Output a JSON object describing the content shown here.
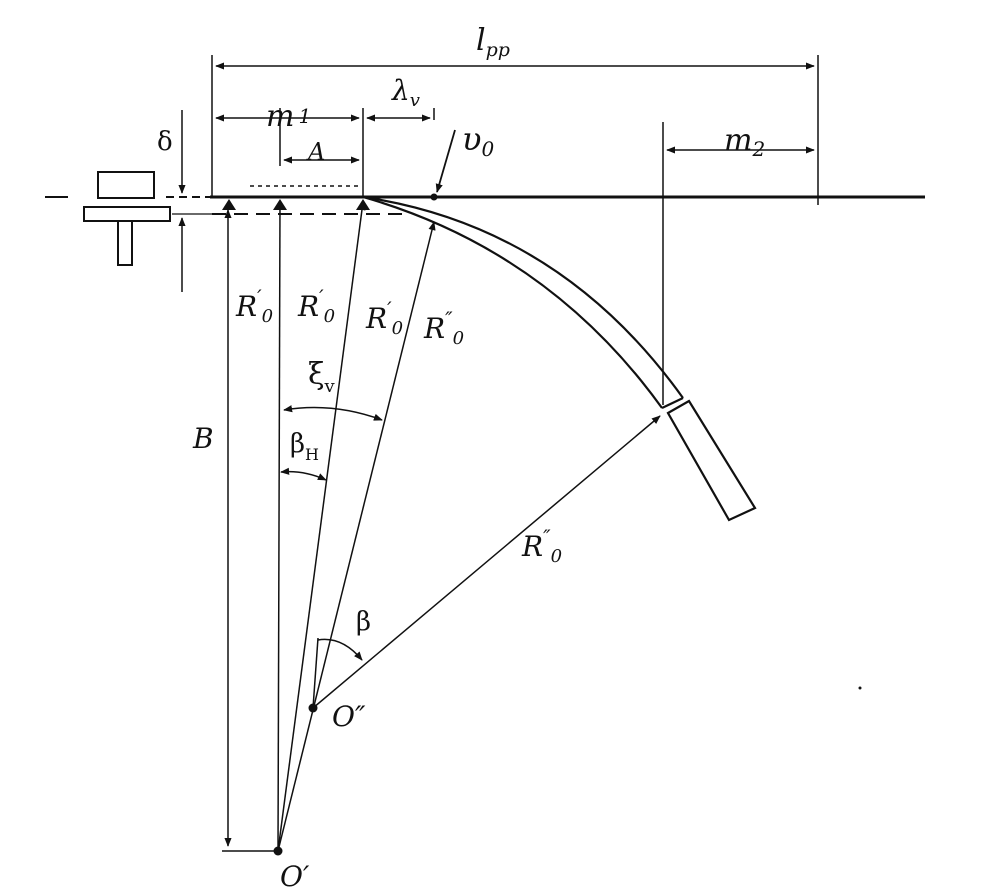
{
  "labels": {
    "l_pp": "l",
    "l_pp_sub": "pp",
    "lambda_v": "λ",
    "lambda_v_sub": "v",
    "m1": "m",
    "m1_sub": "1",
    "A": "A",
    "delta": "δ",
    "v0": "υ",
    "v0_sub": "0",
    "m2": "m",
    "m2_sub": "2",
    "R0p_1": "R",
    "R0p_1_mark": "′",
    "R0p_1_sub": "0",
    "R0p_2": "R",
    "R0p_2_mark": "′",
    "R0p_2_sub": "0",
    "R0p_3": "R",
    "R0p_3_mark": "′",
    "R0p_3_sub": "0",
    "R0pp_1": "R",
    "R0pp_1_mark": "″",
    "R0pp_1_sub": "0",
    "xi_v": "ξ",
    "xi_v_sub": "v",
    "beta_H": "β",
    "beta_H_sub": "H",
    "B": "B",
    "R0pp_2": "R",
    "R0pp_2_mark": "″",
    "R0pp_2_sub": "0",
    "beta": "β",
    "O_pp": "O″",
    "O_p": "O′"
  },
  "colors": {
    "ink": "#111111",
    "background": "#ffffff"
  }
}
